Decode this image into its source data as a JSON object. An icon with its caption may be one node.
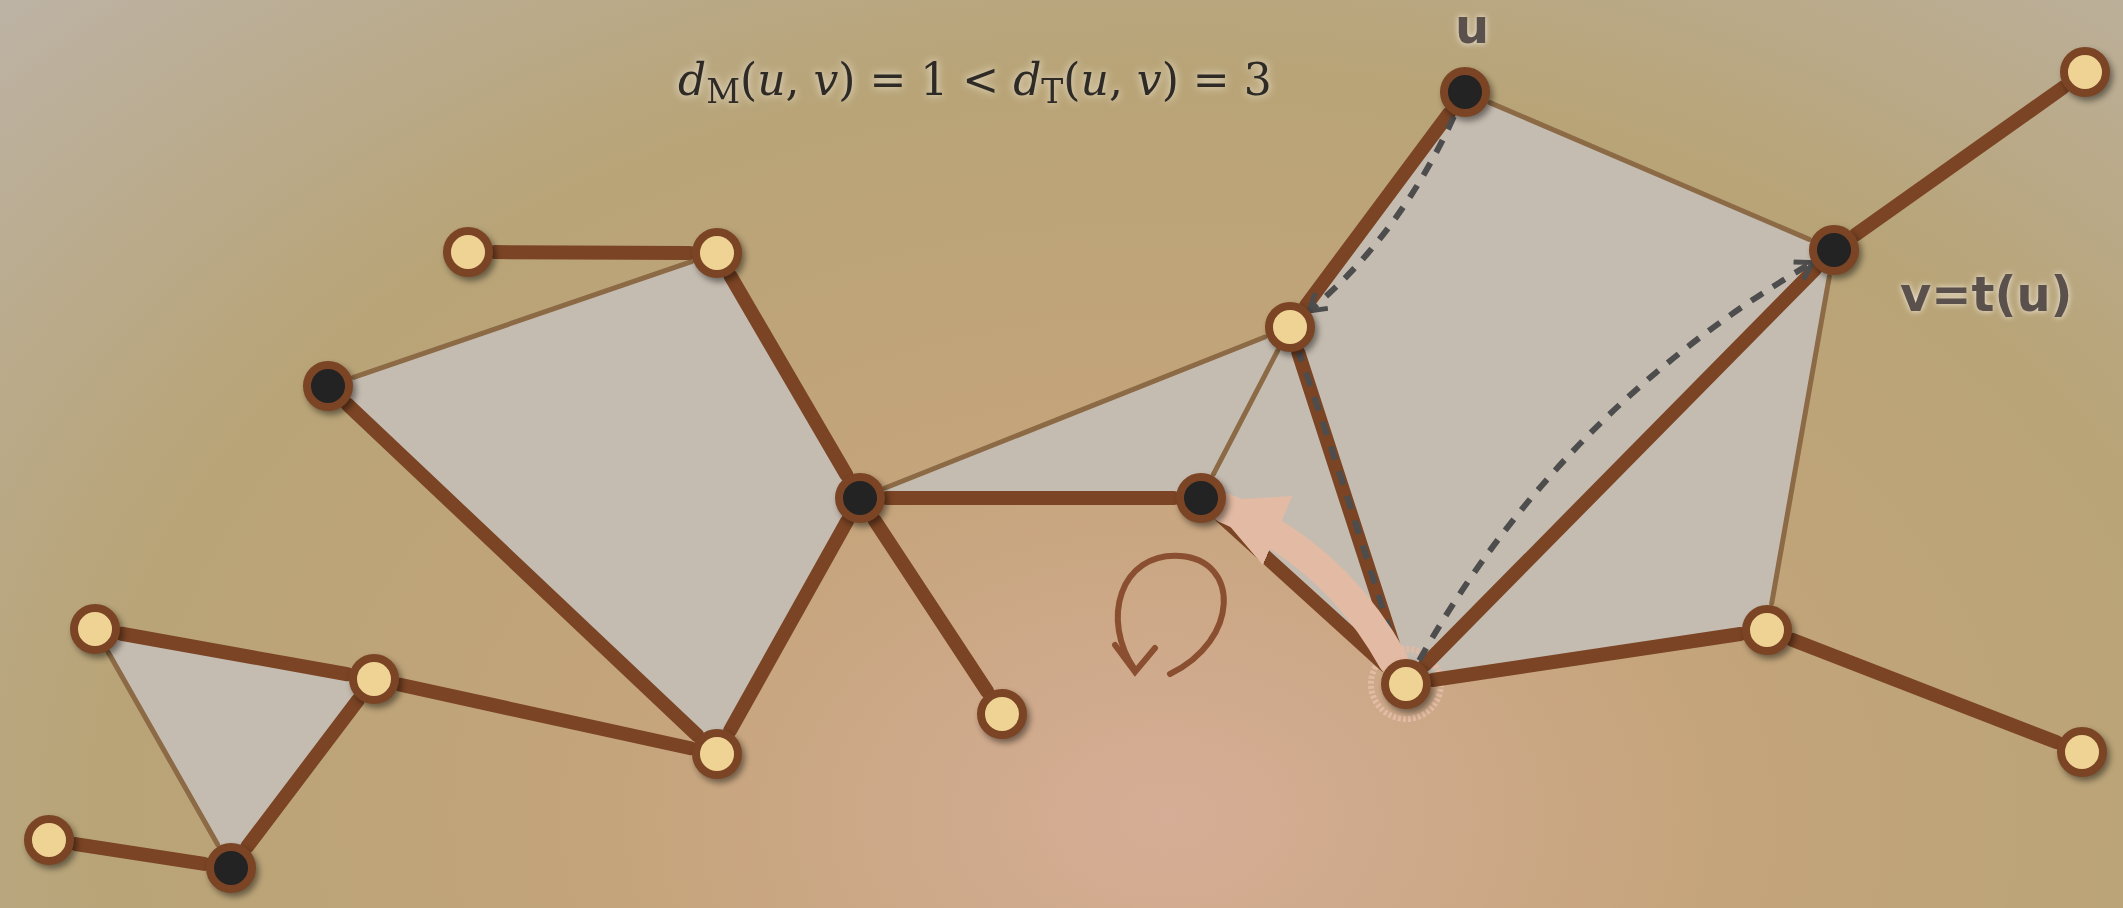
{
  "diagram": {
    "nodes": [
      {
        "text": [],
        "shape": "circle"
      },
      {
        "text": [],
        "shape": "circle"
      },
      {
        "text": [],
        "shape": "circle"
      },
      {
        "text": [],
        "shape": "circle"
      },
      {
        "text": [],
        "shape": "circle"
      },
      {
        "text": [],
        "shape": "circle"
      },
      {
        "text": [],
        "shape": "circle",
        "beside": [
          "u"
        ]
      },
      {
        "text": [],
        "shape": "circle",
        "beside": [
          "v=t(u)"
        ]
      },
      {
        "text": [],
        "shape": "circle"
      },
      {
        "text": [],
        "shape": "circle"
      },
      {
        "text": [],
        "shape": "circle"
      },
      {
        "text": [],
        "shape": "circle"
      },
      {
        "text": [],
        "shape": "circle"
      },
      {
        "text": [],
        "shape": "circle"
      },
      {
        "text": [],
        "shape": "circle"
      },
      {
        "text": [],
        "shape": "circle"
      },
      {
        "text": [],
        "shape": "circle"
      },
      {
        "text": [],
        "shape": "circle"
      }
    ],
    "edges": [
      {
        "from": 0,
        "to": 1,
        "arrow": "none"
      },
      {
        "from": 1,
        "to": 3,
        "arrow": "none"
      },
      {
        "from": 2,
        "to": 13,
        "arrow": "none"
      },
      {
        "from": 3,
        "to": 13,
        "arrow": "none"
      },
      {
        "from": 3,
        "to": 12,
        "arrow": "none"
      },
      {
        "from": 3,
        "to": 4,
        "arrow": "none"
      },
      {
        "from": 4,
        "to": 11,
        "arrow": "none"
      },
      {
        "from": 5,
        "to": 11,
        "arrow": "none"
      },
      {
        "from": 6,
        "to": 5,
        "arrow": "none"
      },
      {
        "from": 11,
        "to": 7,
        "arrow": "none"
      },
      {
        "from": 7,
        "to": 8,
        "arrow": "none"
      },
      {
        "from": 11,
        "to": 9,
        "arrow": "none"
      },
      {
        "from": 9,
        "to": 10,
        "arrow": "none"
      },
      {
        "from": 13,
        "to": 14,
        "arrow": "none"
      },
      {
        "from": 14,
        "to": 15,
        "arrow": "none"
      },
      {
        "from": 14,
        "to": 17,
        "arrow": "none"
      },
      {
        "from": 17,
        "to": 16,
        "arrow": "none"
      },
      {
        "from": 2,
        "to": 1,
        "arrow": "none",
        "color": "#8b6a45"
      },
      {
        "from": 3,
        "to": 5,
        "arrow": "none",
        "color": "#8b6a45"
      },
      {
        "from": 4,
        "to": 5,
        "arrow": "none",
        "color": "#8b6a45"
      },
      {
        "from": 6,
        "to": 7,
        "arrow": "none",
        "color": "#8b6a45"
      },
      {
        "from": 7,
        "to": 9,
        "arrow": "none",
        "color": "#8b6a45"
      },
      {
        "from": 15,
        "to": 17,
        "arrow": "none",
        "color": "#8b6a45"
      },
      {
        "from": 6,
        "to": 5,
        "arrow": "to",
        "style": "dashed",
        "color": "#4d4d4d"
      },
      {
        "from": 11,
        "to": 5,
        "arrow": "none",
        "style": "dashed",
        "color": "#4d4d4d"
      },
      {
        "from": 11,
        "to": 7,
        "arrow": "to",
        "style": "dashed",
        "color": "#4d4d4d"
      },
      {
        "from": 11,
        "to": 4,
        "arrow": "to",
        "style": "thick",
        "color": "#e3bba4"
      }
    ],
    "labels": [
      "*d*$_{M}$(*u*, *v*) = 1 < *d*$_{T}$(*u*, *v*) = 3"
    ]
  }
}
